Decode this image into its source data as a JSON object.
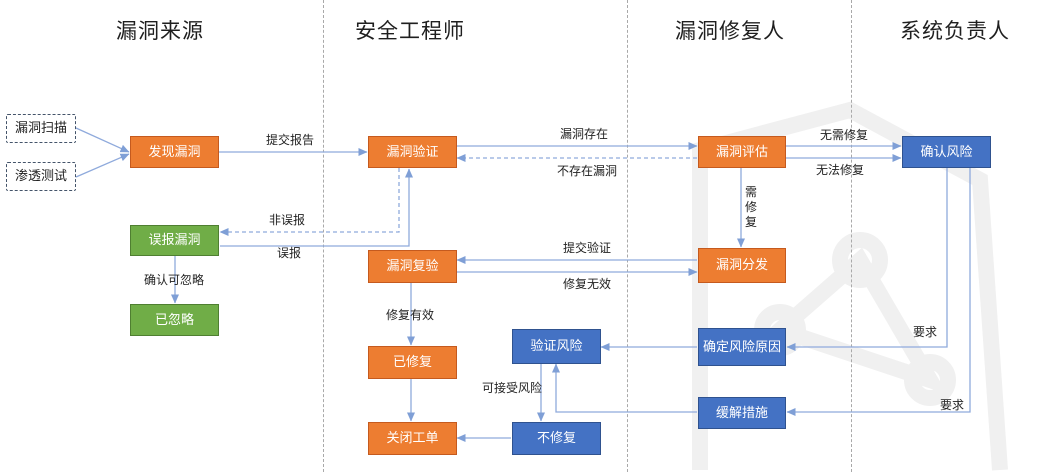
{
  "lanes": {
    "source": "漏洞来源",
    "engineer": "安全工程师",
    "fixer": "漏洞修复人",
    "owner": "系统负责人"
  },
  "nodes": {
    "scan": "漏洞扫描",
    "pentest": "渗透测试",
    "discover": "发现漏洞",
    "false_positive": "误报漏洞",
    "ignored": "已忽略",
    "verify": "漏洞验证",
    "recheck": "漏洞复验",
    "fixed": "已修复",
    "close_ticket": "关闭工单",
    "verify_risk": "验证风险",
    "not_fix": "不修复",
    "evaluate": "漏洞评估",
    "distribute": "漏洞分发",
    "risk_cause": "确定风险原因",
    "mitigate": "缓解措施",
    "confirm_risk": "确认风险"
  },
  "edges": {
    "submit_report": "提交报告",
    "vuln_exists": "漏洞存在",
    "vuln_not_exists": "不存在漏洞",
    "not_false_positive": "非误报",
    "false_positive": "误报",
    "confirm_ignorable": "确认可忽略",
    "no_fix_needed": "无需修复",
    "cannot_fix": "无法修复",
    "need_fix": "需修复",
    "submit_verification": "提交验证",
    "fix_invalid": "修复无效",
    "fix_valid": "修复有效",
    "acceptable_risk": "可接受风险",
    "require_1": "要求",
    "require_2": "要求"
  },
  "colors": {
    "orange": "#ed7d31",
    "green": "#70ad47",
    "blue": "#4472c4",
    "arrow": "#8faadc",
    "divider": "#a9a9a9"
  }
}
